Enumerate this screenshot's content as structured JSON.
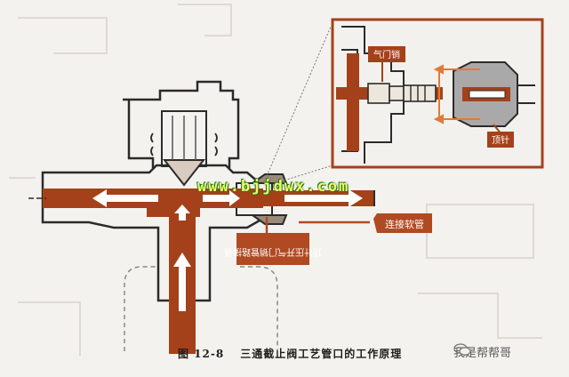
{
  "labels": {
    "valve_pin": "气门销",
    "thimble": "顶针",
    "connect_hose": "连接软管",
    "thimble_open": "顶针压开气门销管路接通"
  },
  "site_text": "www.bjjdwx.com",
  "caption": {
    "figure_no": "图 12-8",
    "text": "三通截止阀工艺管口的工作原理"
  },
  "watermark": "我是帮帮哥",
  "colors": {
    "pipe": "#a5411a",
    "arrow": "#ffffff",
    "callout": "#b04a22",
    "inset_border": "#a5411a",
    "leader": "#e07a3a"
  }
}
